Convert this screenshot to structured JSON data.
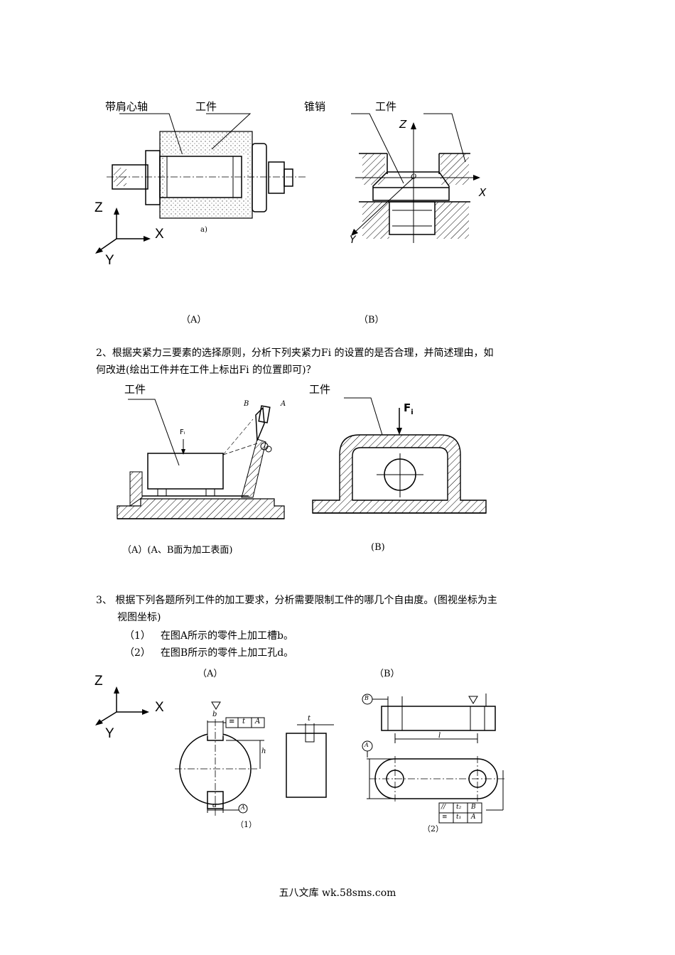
{
  "fig1": {
    "a_labels": [
      "带肩心轴",
      "工件"
    ],
    "b_labels": [
      "锥销",
      "工件"
    ],
    "axes_a": {
      "z": "Z",
      "x": "X",
      "y": "Y"
    },
    "axes_b": {
      "z": "Z",
      "x": "X",
      "y": "Y"
    },
    "a_small": "a)",
    "b_small_o": "O",
    "caption_a": "（A）",
    "caption_b": "（B）"
  },
  "q2": {
    "text_line1": "2、根据夹紧力三要素的选择原则，分析下列夹紧力Fi 的设置的是否合理，并简述理由，如",
    "text_line2": "何改进(绘出工件并在工件上标出Fi 的位置即可)？",
    "label_a": "工件",
    "label_b": "工件",
    "fi_a": "Fᵢ",
    "face_b": "B",
    "face_a": "A",
    "fi_b": "F",
    "fi_b_sub": "i",
    "caption_a": "（A）(A、B面为加工表面)",
    "caption_b": "(B)"
  },
  "q3": {
    "text_line1": "3、 根据下列各题所列工件的加工要求，分析需要限制工件的哪几个自由度。(图视坐标为主",
    "text_line2": "视图坐标)",
    "item1_num": "（1）",
    "item1_text": "在图A所示的零件上加工槽b。",
    "item2_num": "（2）",
    "item2_text": "在图B所示的零件上加工孔d。",
    "caption_a": "（A）",
    "caption_b": "（B）",
    "axes": {
      "z": "Z",
      "x": "X",
      "y": "Y"
    },
    "d1": {
      "b": "b",
      "h": "h",
      "a": "a",
      "ref_a": "A",
      "frame": [
        "≡",
        "t",
        "A"
      ],
      "t": "t",
      "sub": "（1）"
    },
    "d2": {
      "ref_b": "B",
      "ref_a": "A",
      "l": "l",
      "frame_row1": [
        "//",
        "t₂",
        "B"
      ],
      "frame_row2": [
        "≡",
        "t₁",
        "A"
      ],
      "sub": "（2）"
    }
  },
  "footer": "五八文库 wk.58sms.com"
}
